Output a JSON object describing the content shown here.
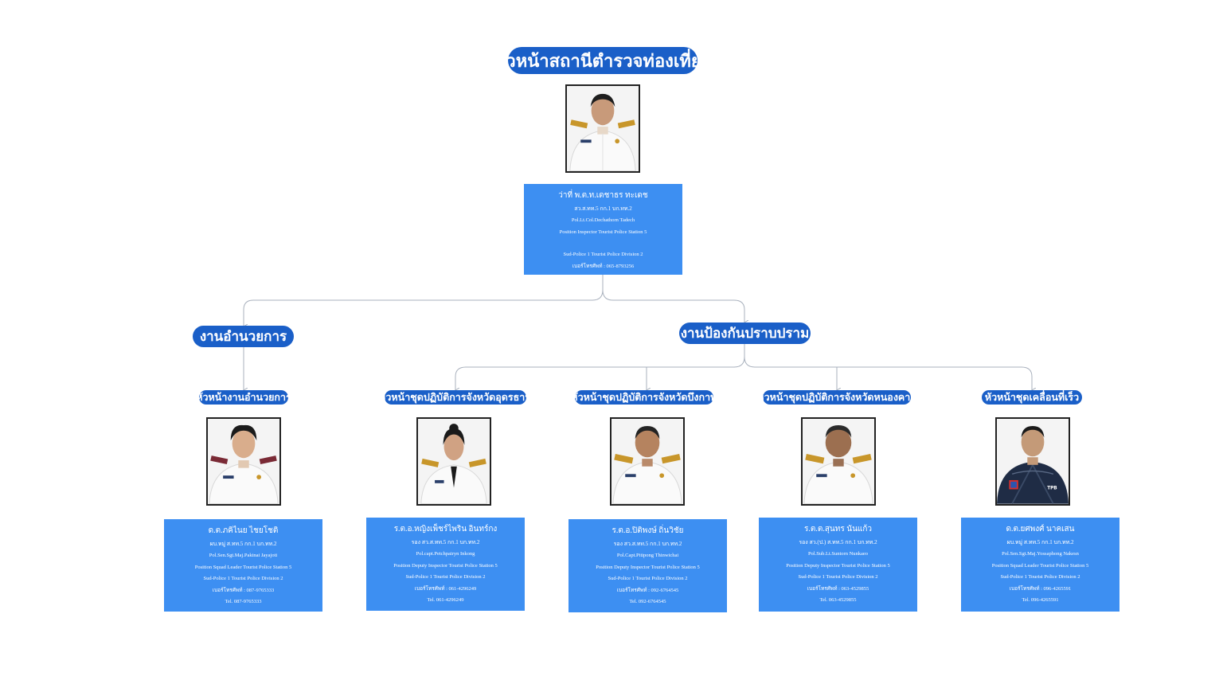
{
  "chief": {
    "title": "หัวหน้าสถานีตำรวจท่องเที่ยว",
    "name": "ว่าที่ พ.ต.ท.เดชาธร ทะเดช",
    "unit": "สว.ส.ทท.5 กก.1 บก.ทท.2",
    "en_name": "Pol.Lt.Col.Dechathorn Tadech",
    "position": "Position Inspector Tourist Police Station 5",
    "division": "Sud-Police 1 Tourist Police  Division 2",
    "phone": "เบอร์โทรศัพท์ : 065-8793256"
  },
  "groups": {
    "admin": "งานอำนวยการ",
    "prevention": "งานป้องกันปราบปราม"
  },
  "members": [
    {
      "title": "หัวหน้างานอำนวยการ",
      "name": "ด.ต.ภคิไนย ไชยโชติ",
      "unit": "ผบ.หมู่ ส.ทท.5 กก.1 บก.ทท.2",
      "en_name": "Pol.Sen.Sgt.Maj.Pakinai Jayajoti",
      "position": "Position Squad Leader Tourist Police Station 5",
      "division": "Sud-Police 1 Tourist Police Division 2",
      "phone": "เบอร์โทรศัพท์ : 087-9765333",
      "tel": "Tel. 087-9765333"
    },
    {
      "title": "หัวหน้าชุดปฏิบัติการจังหวัดอุดรธานี",
      "name": "ร.ต.อ.หญิงเพ็ชร์ไพริน อินทร์กง",
      "unit": "รอง สว.ส.ทท.5 กก.1 บก.ทท.2",
      "en_name": "Pol.capt.Petchpairyn Inkong",
      "position": "Position Deputy Inspector Tourist Police Station 5",
      "division": "Sud-Police 1 Tourist Police Division 2",
      "phone": "เบอร์โทรศัพท์ : 061-4296249",
      "tel": "Tel. 061-4296249"
    },
    {
      "title": "หัวหน้าชุดปฏิบัติการจังหวัดบึงกาฬ",
      "name": "ร.ต.อ.ปิติพงษ์ ถิ่นวิชัย",
      "unit": "รอง สว.ส.ทท.5 กก.1 บก.ทท.2",
      "en_name": "Pol.Capt.Pitipong Thinwichai",
      "position": "Position Deputy Inspector Tourist Police Station 5",
      "division": "Sud-Police 1 Tourist Police Division 2",
      "phone": "เบอร์โทรศัพท์ : 092-6764545",
      "tel": "Tel. 092-6764545"
    },
    {
      "title": "หัวหน้าชุดปฏิบัติการจังหวัดหนองคาย",
      "name": "ร.ต.ต.สุนทร นันแก้ว",
      "unit": "รอง สว.(ป.) ส.ทท.5 กก.1 บก.ทท.2",
      "en_name": "Pol.Sub.Lt.Suntorn Nunkaeo",
      "position": "Position Deputy Inspector Tourist Police Station 5",
      "division": "Sud-Police 1 Tourist Police Division 2",
      "phone": "เบอร์โทรศัพท์ : 063-4529855",
      "tel": "Tel. 063-4529855"
    },
    {
      "title": "หัวหน้าชุดเคลื่อนที่เร็ว",
      "name": "ด.ต.ยศพงศ์ นาคเสน",
      "unit": "ผบ.หมู่ ส.ทท.5 กก.1 บก.ทท.2",
      "en_name": "Pol.Sen.Sgt.Maj.Yossaphong Nakesn",
      "position": "Position Squad Leader Tourist Police Station 5",
      "division": "Sud-Police 1 Tourist Police Division 2",
      "phone": "เบอร์โทรศัพท์ : 096-4265591",
      "tel": "Tel. 096-4265591"
    }
  ],
  "jacket_text": "TPB",
  "colors": {
    "pill": "#1a5fc8",
    "card": "#3d8ff2",
    "connector": "#a9b1bd"
  }
}
